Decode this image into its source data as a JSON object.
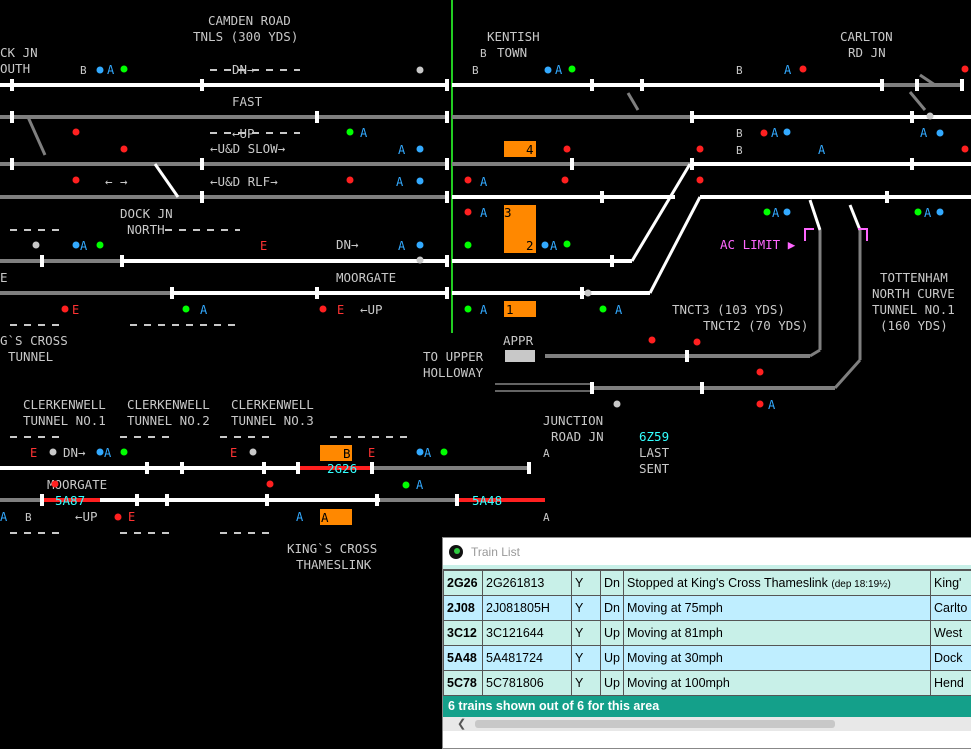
{
  "labels": {
    "camden_road": "CAMDEN ROAD",
    "tnls": "TNLS (300 YDS)",
    "kentish": "KENTISH",
    "town": "TOWN",
    "carlton": "CARLTON",
    "rd_jn": "RD JN",
    "ck_jn": "CK JN",
    "outh": "OUTH",
    "dn_top": "DN→",
    "fast": "FAST",
    "up_mid": "←UP",
    "ud_slow": "←U&D SLOW→",
    "ud_rlf": "←U&D RLF→",
    "lr_arrows": "← →",
    "dock_jn": "DOCK JN",
    "north": "NORTH",
    "dn_mid": "DN→",
    "moorgate_top": "MOORGATE",
    "up_bot": "←UP",
    "e_left": "E",
    "kings_cross_partial": "G`S CROSS",
    "tunnel": "TUNNEL",
    "ac_limit": "AC LIMIT ▶",
    "tottenham": "TOTTENHAM",
    "north_curve": "NORTH CURVE",
    "tunnel_no1_160": "TUNNEL NO.1",
    "yds_160": "(160 YDS)",
    "tnct3": "TNCT3 (103 YDS)",
    "tnct2": "TNCT2 (70 YDS)",
    "appr": "APPR",
    "to_upper": "TO UPPER",
    "holloway": "HOLLOWAY",
    "junction": "JUNCTION",
    "road_jn": "ROAD JN",
    "last_sent_code": "6Z59",
    "last": "LAST",
    "sent": "SENT",
    "clerkenwell": "CLERKENWELL",
    "tunnel_no1": "TUNNEL NO.1",
    "tunnel_no2": "TUNNEL NO.2",
    "tunnel_no3": "TUNNEL NO.3",
    "dn_low": "DN→",
    "moorgate_low": "MOORGATE",
    "up_low": "←UP",
    "kings_cross_thameslink": "KING`S CROSS",
    "thameslink": "THAMESLINK",
    "plat_a": "A",
    "plat_b": "B",
    "plat_4": "4",
    "plat_3": "3",
    "plat_2": "2",
    "plat_1": "1"
  },
  "headcodes": {
    "h2g26": "2G26",
    "h5a87": "5A87",
    "h5a48": "5A48"
  },
  "signal_labels": {
    "a": "A",
    "b": "B",
    "e": "E"
  },
  "train_list": {
    "title": "Train List",
    "rows": [
      {
        "headcode": "2G26",
        "uid": "2G261813",
        "flag": "Y",
        "dir": "Dn",
        "status": "Stopped at King's Cross Thameslink",
        "dep": "(dep 18:19½)",
        "dest": "King'"
      },
      {
        "headcode": "2J08",
        "uid": "2J081805H",
        "flag": "Y",
        "dir": "Dn",
        "status": "Moving at 75mph",
        "dep": "",
        "dest": "Carlto"
      },
      {
        "headcode": "3C12",
        "uid": "3C121644",
        "flag": "Y",
        "dir": "Up",
        "status": "Moving at 81mph",
        "dep": "",
        "dest": "West"
      },
      {
        "headcode": "5A48",
        "uid": "5A481724",
        "flag": "Y",
        "dir": "Up",
        "status": "Moving at 30mph",
        "dep": "",
        "dest": "Dock"
      },
      {
        "headcode": "5C78",
        "uid": "5C781806",
        "flag": "Y",
        "dir": "Up",
        "status": "Moving at 100mph",
        "dep": "",
        "dest": "Hend"
      }
    ],
    "footer": "6 trains shown out of 6 for this area"
  },
  "colors": {
    "track_clear": "#ffffff",
    "track_idle": "#7f7f7f",
    "track_occupied": "#ff2020",
    "platform": "#ff8800",
    "signal_green": "#00ff00",
    "signal_red": "#ff2020",
    "signal_blue": "#33aaff",
    "boundary": "#22cc22"
  }
}
